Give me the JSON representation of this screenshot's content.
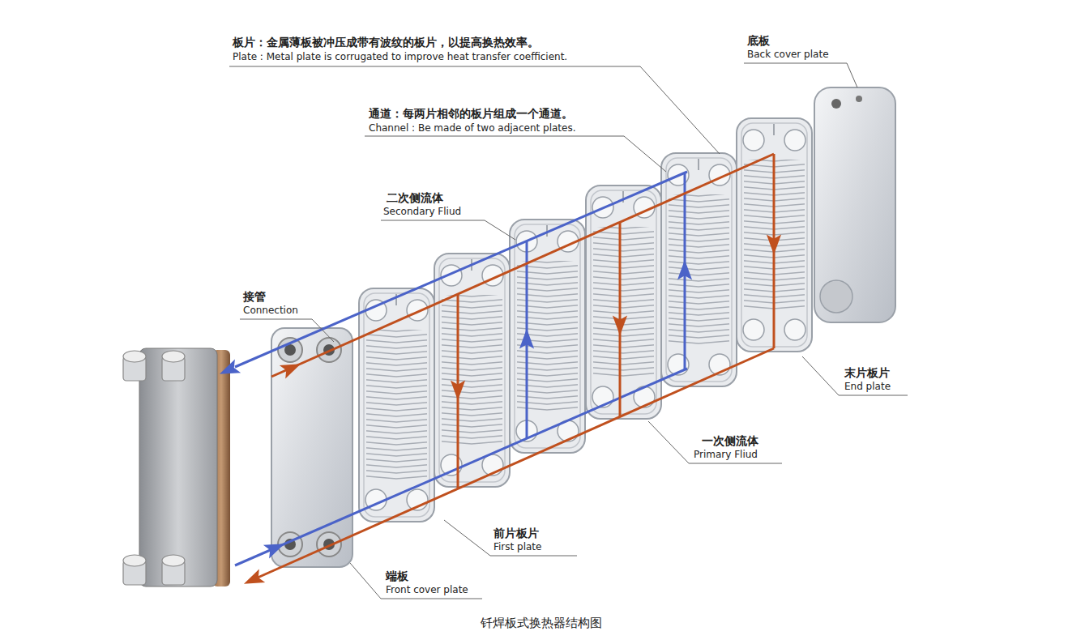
{
  "diagram": {
    "caption": "钎焊板式换热器结构图",
    "labels": [
      "板片：金属薄板被冲压成带有波纹的板片，以提高换热效率。",
      "Plate : Metal plate is corrugated to improve heat transfer coefficient.",
      "底板",
      "Back cover plate",
      "通道：每两片相邻的板片组成一个通道。",
      "Channel : Be made of two adjacent plates.",
      "二次侧流体",
      "Secondary Fliud",
      "接管",
      "Connection",
      "末片板片",
      "End plate",
      "一次侧流体",
      "Primary Fliud",
      "前片板片",
      "First plate",
      "端板",
      "Front cover plate"
    ]
  }
}
